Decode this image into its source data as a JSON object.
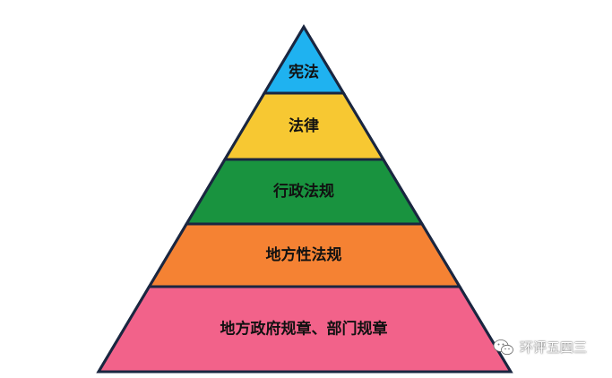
{
  "pyramid": {
    "tiers": [
      {
        "label": "宪法",
        "color": "#1fb2f0"
      },
      {
        "label": "法律",
        "color": "#f7c832"
      },
      {
        "label": "行政法规",
        "color": "#19933f"
      },
      {
        "label": "地方性法规",
        "color": "#f58233"
      },
      {
        "label": "地方政府规章、部门规章",
        "color": "#f2628a"
      }
    ],
    "outline_color": "#1a2640"
  },
  "watermark": {
    "icon": "wechat-icon",
    "text": "环评五四三"
  }
}
